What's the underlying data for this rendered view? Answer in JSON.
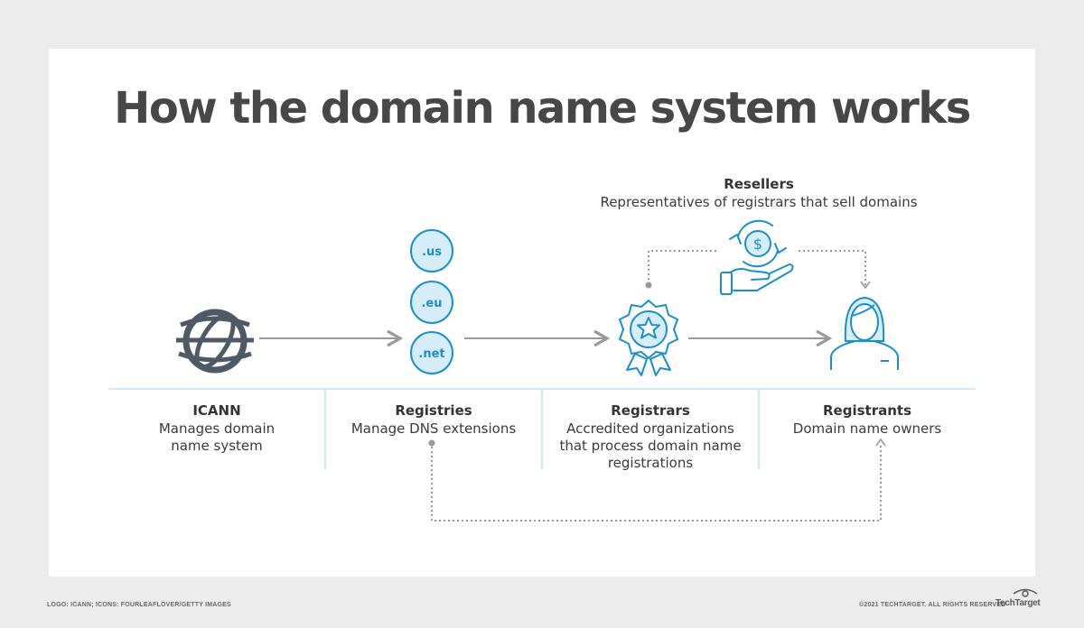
{
  "title": "How the domain name system works",
  "resellers": {
    "head": "Resellers",
    "desc": "Representatives of registrars that sell domains"
  },
  "tlds": [
    ".us",
    ".eu",
    ".net"
  ],
  "columns": [
    {
      "head": "ICANN",
      "desc": "Manages domain name system"
    },
    {
      "head": "Registries",
      "desc": "Manage DNS extensions"
    },
    {
      "head": "Registrars",
      "desc": "Accredited organizations that process domain name registrations"
    },
    {
      "head": "Registrants",
      "desc": "Domain name owners"
    }
  ],
  "icons": [
    "globe-icon",
    "tld-badge-icon",
    "award-badge-icon",
    "money-hand-icon",
    "person-icon"
  ],
  "colors": {
    "accent": "#1a8fcf",
    "accent_fill": "#d6eefa",
    "title": "#474747",
    "arrow": "#9a9a9a"
  },
  "footer": {
    "credit": "LOGO: ICANN; ICONS: FOURLEAFLOVER/GETTY IMAGES",
    "copyright": "©2021 TECHTARGET. ALL RIGHTS RESERVED",
    "brand": "TechTarget"
  }
}
